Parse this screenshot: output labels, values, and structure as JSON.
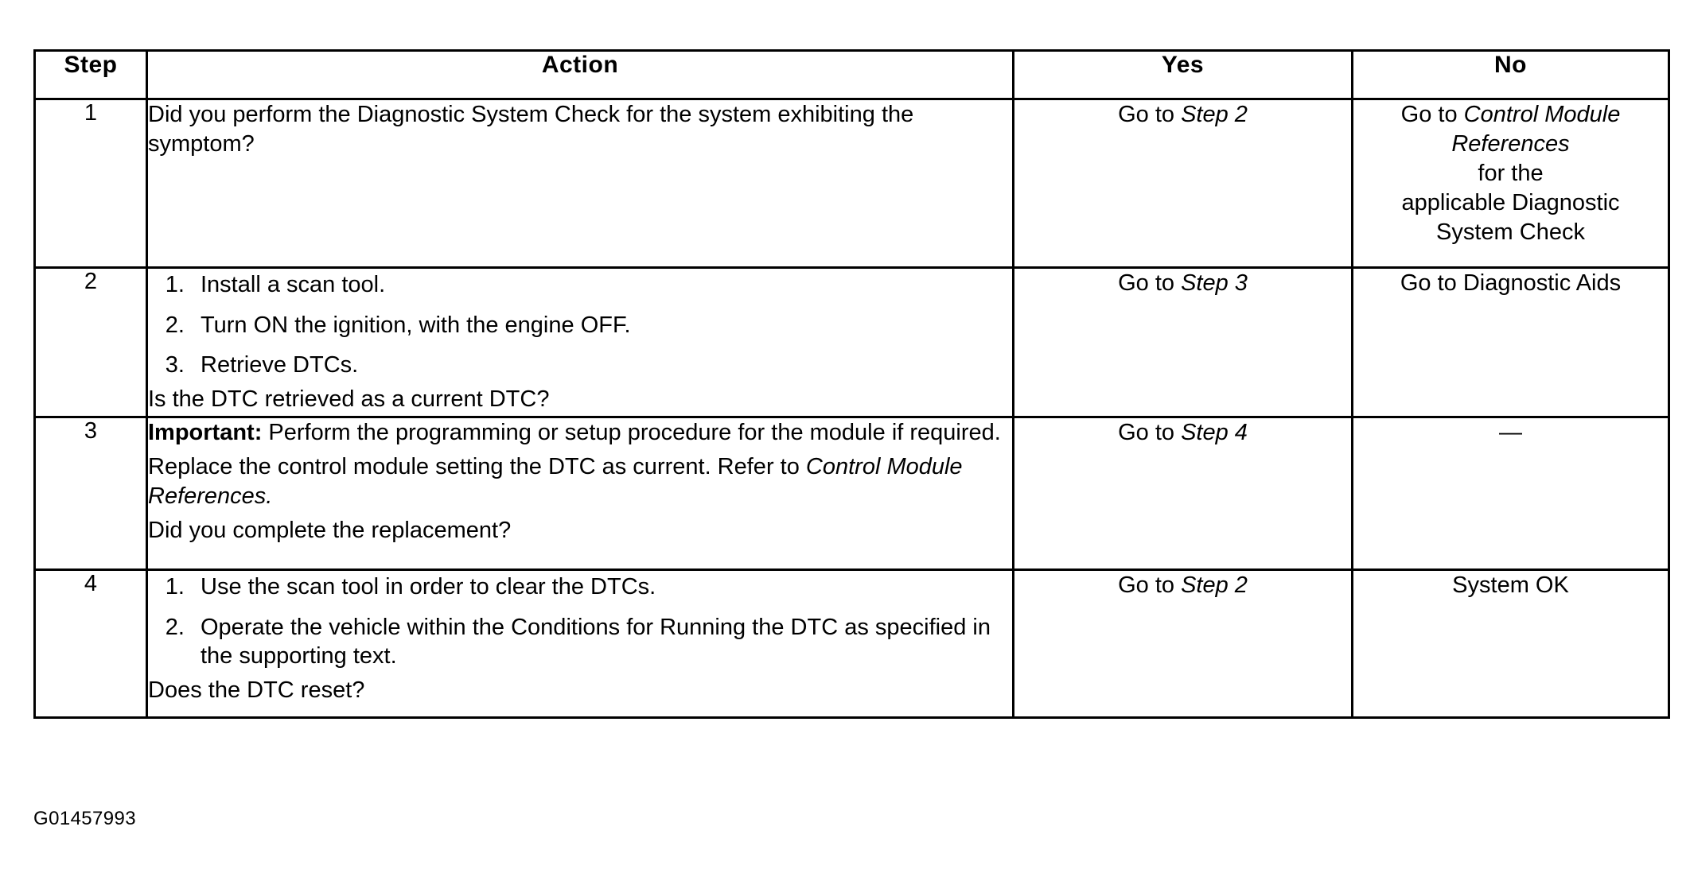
{
  "document": {
    "figure_id": "G01457993"
  },
  "table": {
    "headers": {
      "step": "Step",
      "action": "Action",
      "yes": "Yes",
      "no": "No"
    },
    "rows": [
      {
        "step": "1",
        "action": {
          "paragraphs": [
            "Did you perform the Diagnostic System Check for the system exhibiting the symptom?"
          ],
          "list": [],
          "question": ""
        },
        "yes": {
          "lines": [
            "Go to ",
            "Step 2"
          ],
          "text": "Go to Step 2",
          "prefix": "Go to ",
          "italic": "Step 2",
          "align": "bottom"
        },
        "no": {
          "line1_prefix": "Go to ",
          "line1_italic": "Control Module",
          "line2_italic": "References",
          "line3": "for the",
          "line4": "applicable Diagnostic",
          "line5": "System Check",
          "align": "top"
        }
      },
      {
        "step": "2",
        "action": {
          "paragraphs": [],
          "list": [
            "Install a scan tool.",
            "Turn ON the ignition, with the engine OFF.",
            "Retrieve DTCs."
          ],
          "question": "Is the DTC retrieved as a current DTC?"
        },
        "yes": {
          "prefix": "Go to ",
          "italic": "Step 3",
          "align": "bottom"
        },
        "no": {
          "text": "Go to Diagnostic Aids",
          "align": "bottom"
        }
      },
      {
        "step": "3",
        "action": {
          "important_label": "Important:",
          "important_text": " Perform the programming or setup procedure for the module if required.",
          "body_prefix": "Replace the control module setting the DTC as current. Refer to ",
          "body_italic": "Control Module References.",
          "question": "Did you complete the replacement?",
          "list": []
        },
        "yes": {
          "prefix": "Go to ",
          "italic": "Step 4",
          "align": "bottom"
        },
        "no": {
          "text": "—",
          "align": "middle"
        }
      },
      {
        "step": "4",
        "action": {
          "paragraphs": [],
          "list": [
            "Use the scan tool in order to clear the DTCs.",
            "Operate the vehicle within the Conditions for Running the DTC as specified in the supporting text."
          ],
          "question": "Does the DTC reset?"
        },
        "yes": {
          "prefix": "Go to ",
          "italic": "Step 2",
          "align": "bottom"
        },
        "no": {
          "text": "System OK",
          "align": "bottom"
        }
      }
    ]
  }
}
